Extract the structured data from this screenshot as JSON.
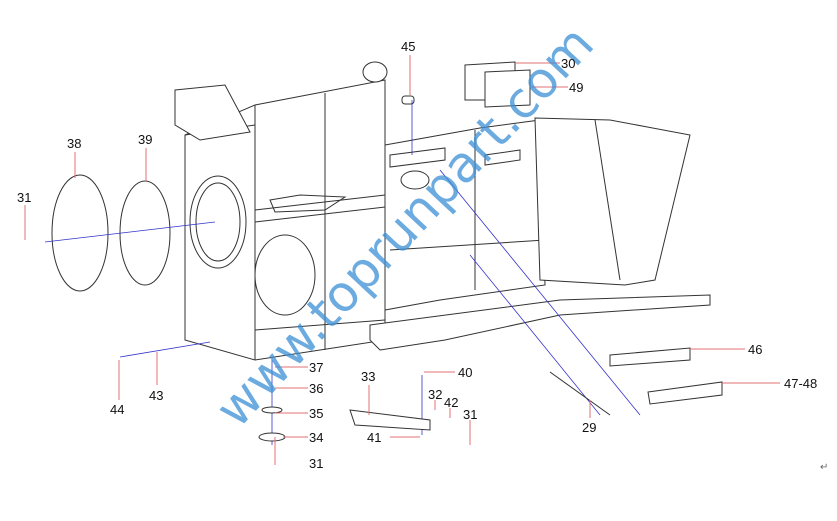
{
  "diagram": {
    "labels": {
      "p45": "45",
      "p30": "30",
      "p49": "49",
      "p38": "38",
      "p39": "39",
      "p31a": "31",
      "p44": "44",
      "p43": "43",
      "p37": "37",
      "p36": "36",
      "p35": "35",
      "p34": "34",
      "p31b": "31",
      "p33": "33",
      "p40": "40",
      "p32": "32",
      "p42": "42",
      "p31c": "31",
      "p41": "41",
      "p29": "29",
      "p46": "46",
      "p4748": "47-48"
    },
    "watermark": "www.toprunpart.com",
    "paragraph_mark": "↵",
    "colors": {
      "leader": "#e07070",
      "axis": "#3333cc",
      "watermark": "#3a8fd6"
    }
  }
}
